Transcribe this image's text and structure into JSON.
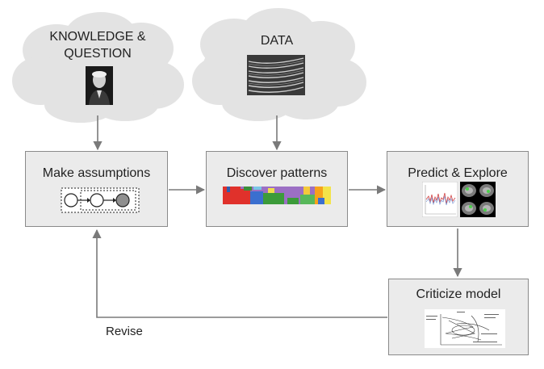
{
  "clouds": {
    "knowledge": {
      "line1": "KNOWLEDGE &",
      "line2": "QUESTION"
    },
    "data": {
      "label": "DATA"
    }
  },
  "boxes": {
    "assumptions": {
      "title": "Make assumptions"
    },
    "patterns": {
      "title": "Discover patterns"
    },
    "predict": {
      "title": "Predict & Explore"
    },
    "criticize": {
      "title": "Criticize model"
    }
  },
  "revise_label": "Revise",
  "colors": {
    "box_fill": "#ebebeb",
    "box_border": "#8a8a8a",
    "cloud_fill": "#e3e3e3",
    "arrow": "#7a7a7a"
  },
  "icons": {
    "portrait": "portrait-photo",
    "newspapers": "newspaper-stack-photo",
    "graphical_model": "graphical-model-icon",
    "topic_bars": "stacked-bar-pattern",
    "predict_plot": "time-series-plot",
    "brain_scans": "brain-scan-images",
    "criticism_sketch": "model-criticism-sketch"
  }
}
